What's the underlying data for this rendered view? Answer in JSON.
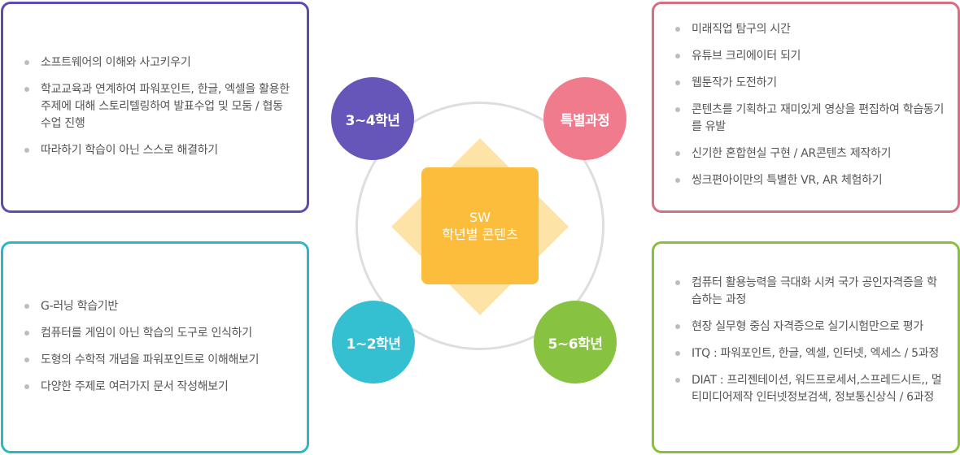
{
  "center": {
    "line1": "SW",
    "line2": "학년별 콘텐츠"
  },
  "circles": {
    "grade34": "3~4학년",
    "special": "특별과정",
    "grade12": "1~2학년",
    "grade56": "5~6학년"
  },
  "boxes": {
    "grade34": [
      "소프트웨어의 이해와  사고키우기",
      "학교교육과 연계하여 파워포인트, 한글, 엑셀을 활용한 주제에 대해 스토리텔링하여  발표수업 및 모둠 / 협동 수업  진행",
      "따라하기 학습이 아닌  스스로 해결하기"
    ],
    "special": [
      "미래직업 탐구의 시간",
      "유튜브 크리에이터  되기",
      "웹툰작가 도전하기",
      "콘텐츠를 기획하고 재미있게 영상을 편집하여 학습동기를 유발",
      "신기한 혼합현실 구현 / AR콘텐츠 제작하기",
      "씽크편아이만의  특별한 VR, AR 체험하기"
    ],
    "grade12": [
      "G-러닝 학습기반",
      "컴퓨터를 게임이 아닌 학습의 도구로 인식하기",
      "도형의 수학적 개념을 파워포인트로 이해해보기",
      "다양한 주제로 여러가지 문서 작성해보기"
    ],
    "grade56": [
      "컴퓨터 활용능력을 극대화 시켜 국가 공인자격증을 학습하는 과정",
      "현장 실무형 중심 자격증으로 실기시험만으로 평가",
      "ITQ : 파워포인트, 한글, 엑셀, 인터넷, 엑세스 / 5과정",
      "DIAT : 프리젠테이션, 워드프로세서,스프레드시트,, 멀티미디어제작 인터넷정보검색, 정보통신상식 / 6과정"
    ]
  }
}
